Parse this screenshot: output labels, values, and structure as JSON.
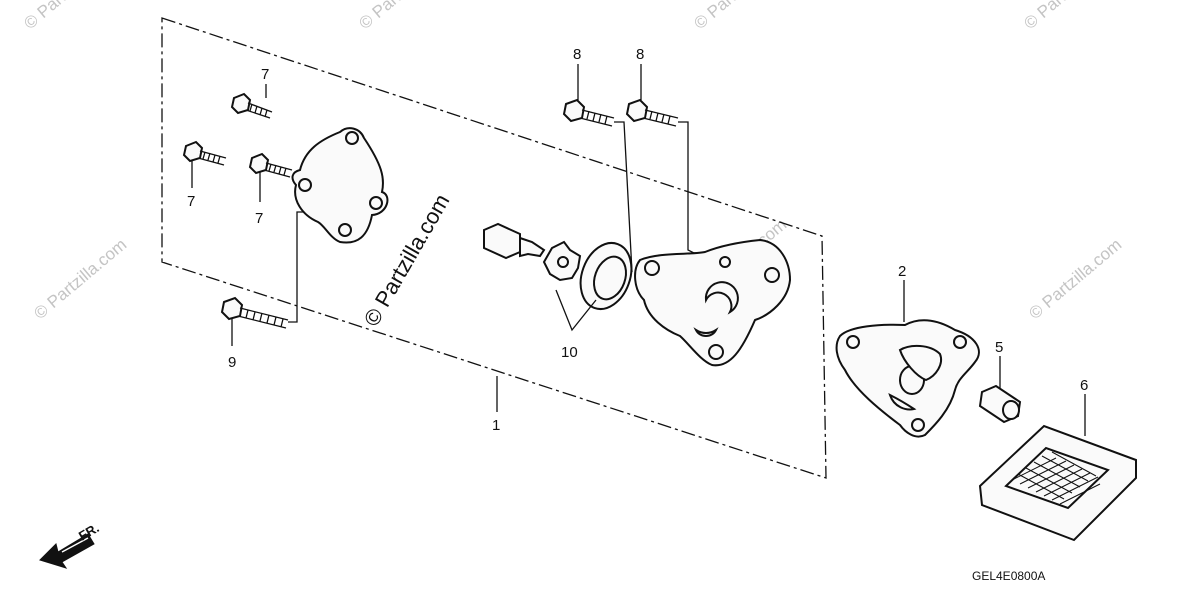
{
  "callouts": {
    "c1": "1",
    "c2": "2",
    "c5": "5",
    "c6": "6",
    "c7a": "7",
    "c7b": "7",
    "c7c": "7",
    "c8a": "8",
    "c8b": "8",
    "c9": "9",
    "c10": "10"
  },
  "diagram_code": "GEL4E0800A",
  "direction_label": "FR.",
  "watermarks": {
    "main": "© Partzilla.com",
    "faint": "© Partzilla.com"
  }
}
